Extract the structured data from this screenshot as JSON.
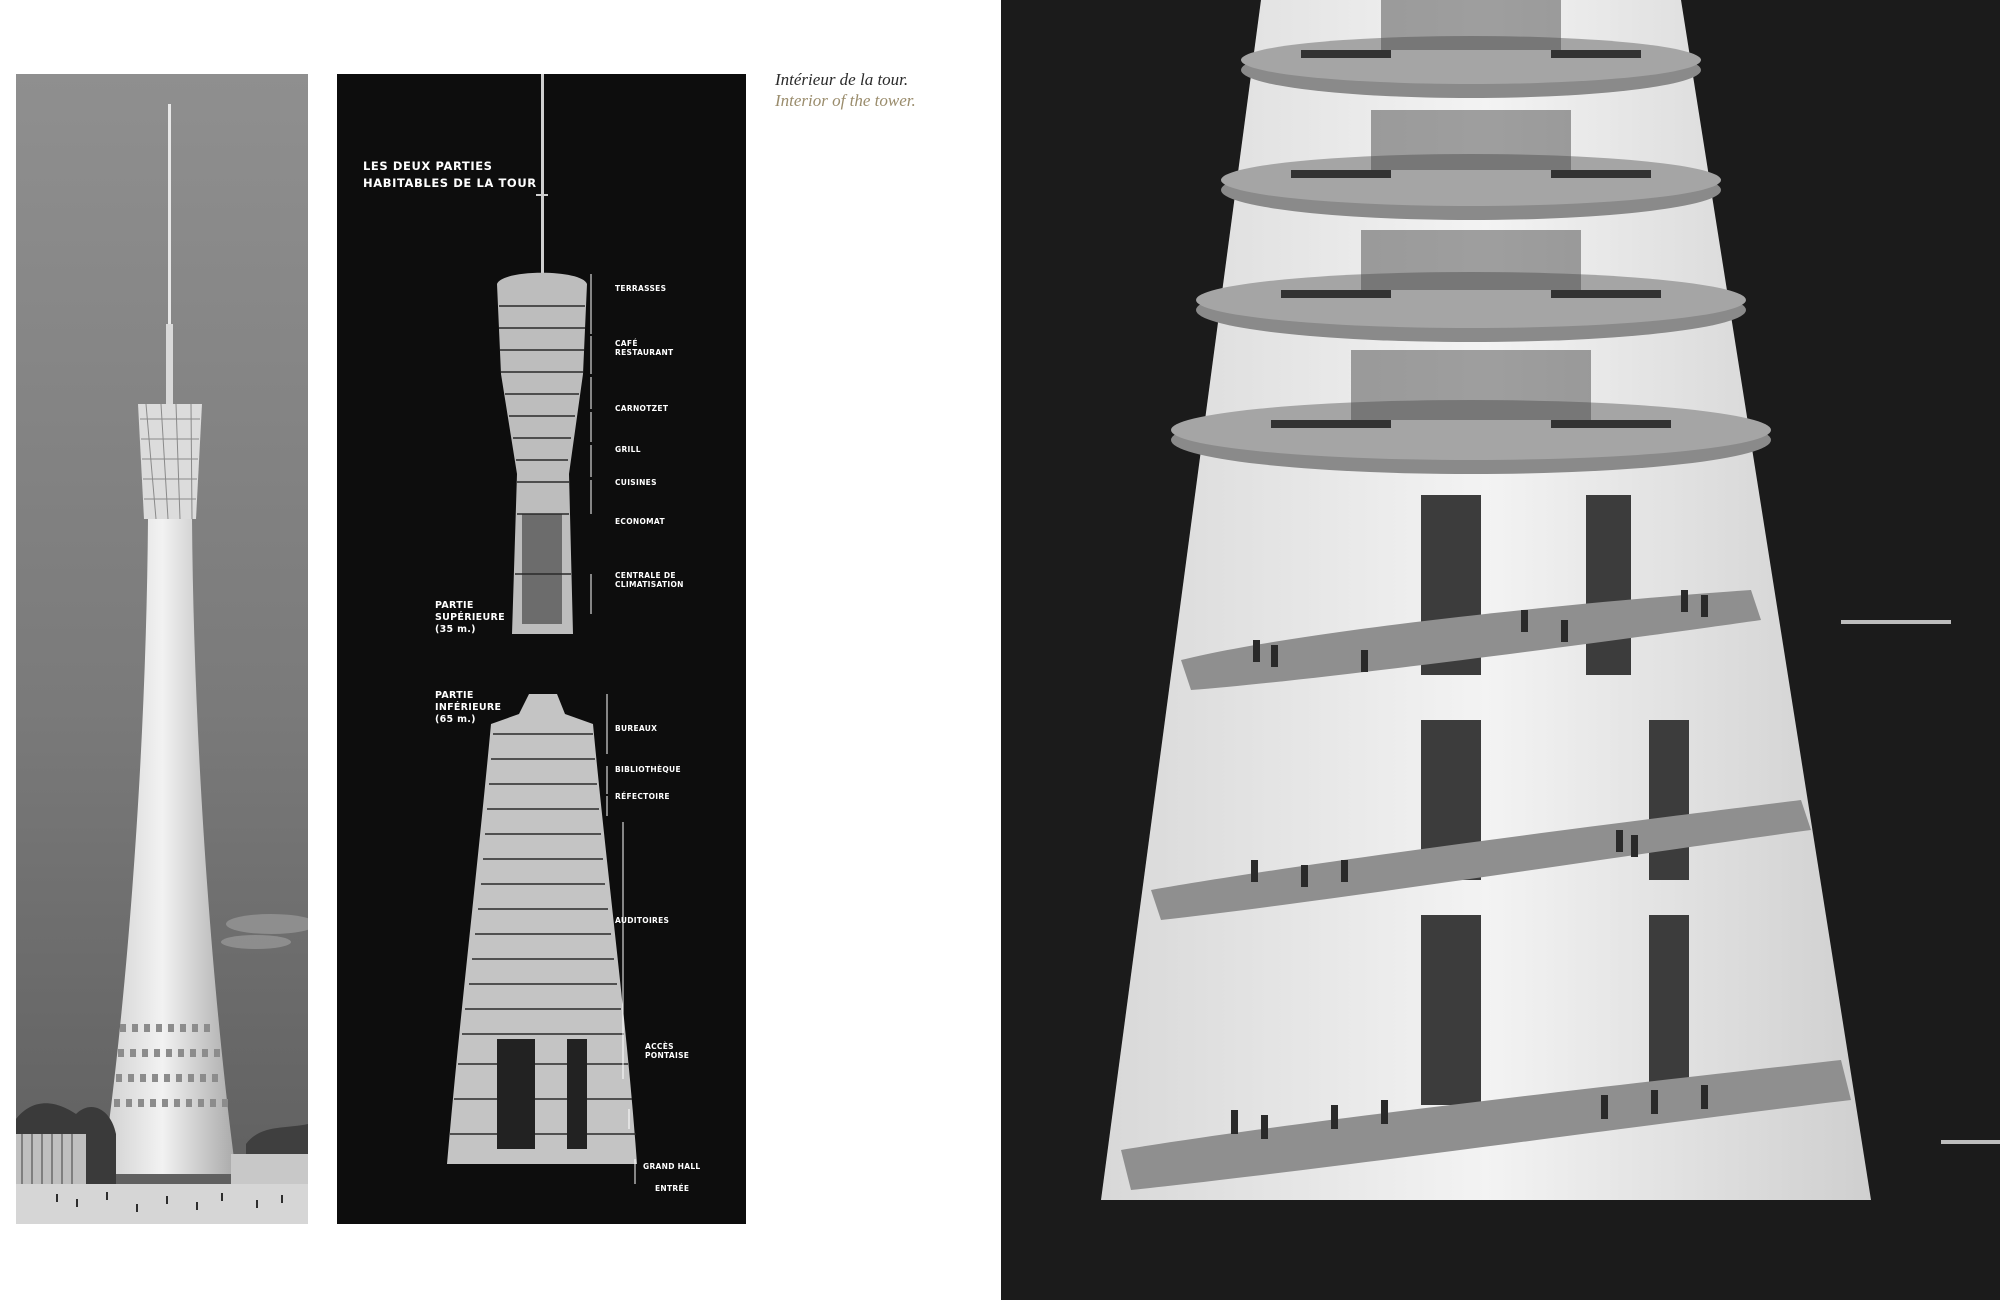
{
  "caption": {
    "fr": "Intérieur de la tour.",
    "en": "Interior of the tower."
  },
  "section": {
    "title": "LES DEUX PARTIES\nHABITABLES DE LA TOUR",
    "upper_part": "PARTIE\nSUPÉRIEURE\n(35 m.)",
    "lower_part": "PARTIE\nINFÉRIEURE\n(65 m.)",
    "labels": [
      "TERRASSES",
      "CAFÉ\nRESTAURANT",
      "CARNOTZET",
      "GRILL",
      "CUISINES",
      "ECONOMAT",
      "CENTRALE DE\nCLIMATISATION",
      "BUREAUX",
      "BIBLIOTHÈQUE",
      "RÉFECTOIRE",
      "AUDITOIRES",
      "ACCÈS\nPONTAISE",
      "GRAND HALL",
      "ENTRÉE"
    ]
  },
  "colors": {
    "page": "#ffffff",
    "section_background": "#0d0d0d",
    "interior_background": "#1b1b1b",
    "caption_fr": "#2a2a2a",
    "caption_en": "#9a8c6c"
  }
}
